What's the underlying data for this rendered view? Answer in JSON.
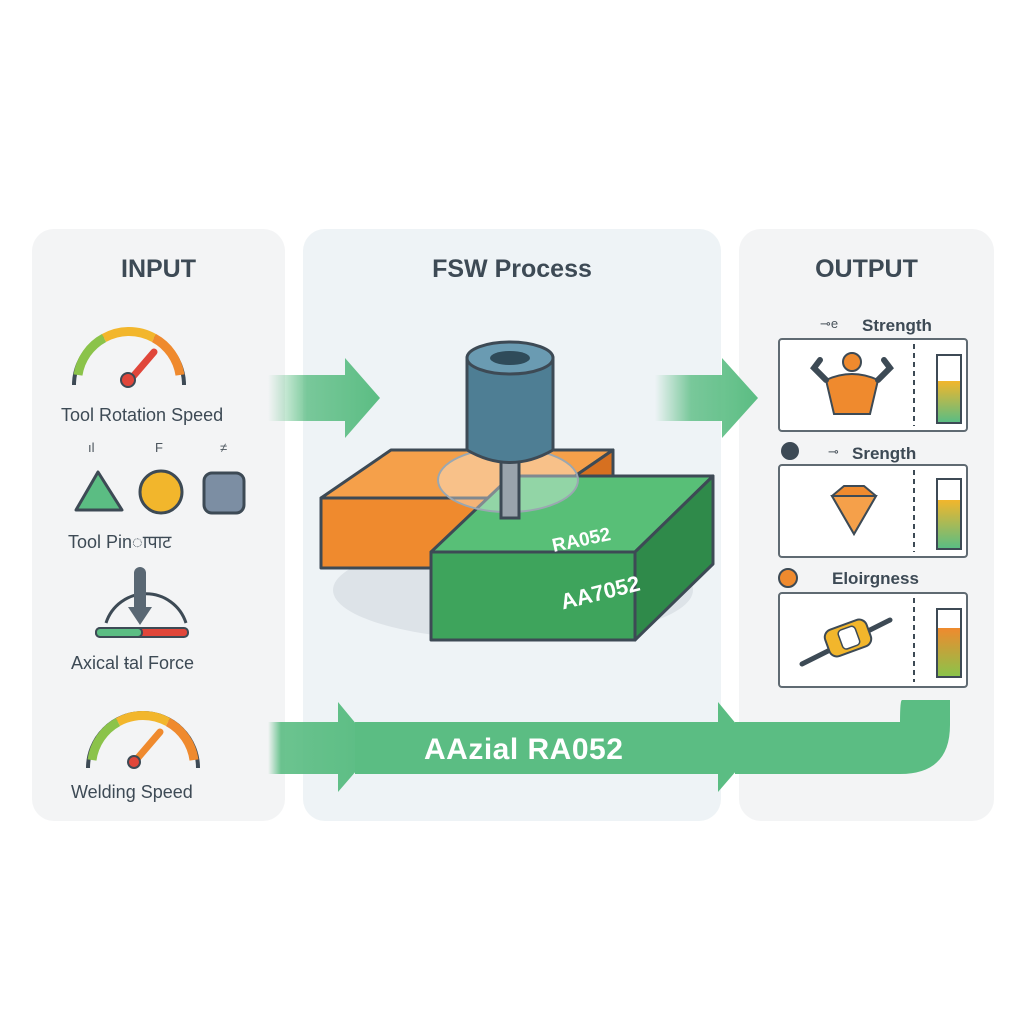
{
  "input": {
    "title": "INPUT",
    "labels": {
      "tool_rotation_speed": "Tool Rotation Speed",
      "tool_pin": "Tool Pinापाट",
      "axial_force": "Axical ŧal Force",
      "welding_speed": "Welding Speed"
    },
    "shape_ticks": [
      "ıl",
      "F",
      "≠"
    ]
  },
  "process": {
    "title": "FSW Process",
    "plate_label_top": "RA052",
    "plate_label_bottom": "AA7052"
  },
  "output": {
    "title": "OUTPUT",
    "items": [
      {
        "label": "Strength",
        "prefix": "⊸e",
        "level": 0.62
      },
      {
        "label": "Srength",
        "prefix": "⊸",
        "level": 0.7
      },
      {
        "label": "Eloirgness",
        "prefix": "",
        "level": 0.72
      }
    ]
  },
  "band": {
    "label": "AAzial RA052"
  },
  "colors": {
    "green": "#5bbd83",
    "orange": "#ef8a2e",
    "red": "#e0463a",
    "yellow": "#f2b62c",
    "tool_blue": "#4e7e94",
    "plate_green": "#3ea45c"
  }
}
